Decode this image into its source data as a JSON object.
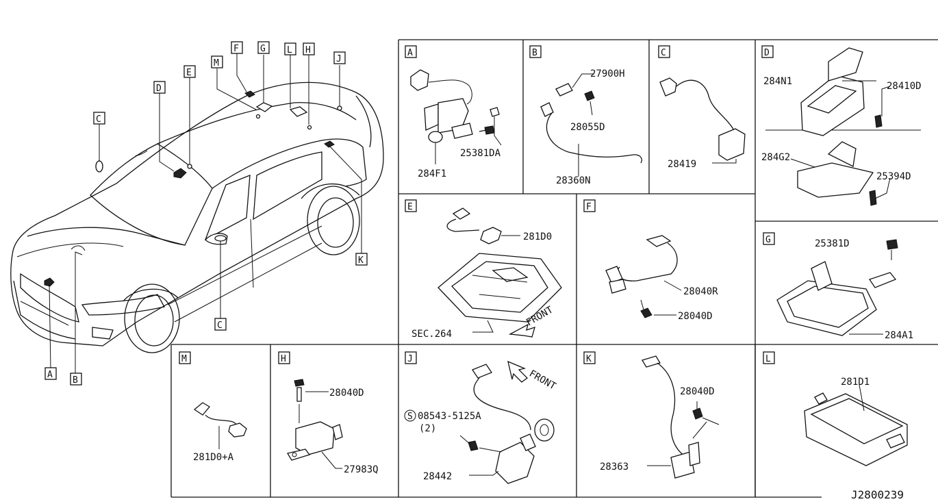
{
  "diagram_id": "J2800239",
  "car_callouts": [
    "A",
    "B",
    "C",
    "C",
    "D",
    "E",
    "F",
    "G",
    "H",
    "J",
    "K",
    "L",
    "M"
  ],
  "panels": {
    "A": {
      "letter": "A",
      "parts": [
        "25381DA",
        "284F1"
      ]
    },
    "B": {
      "letter": "B",
      "parts": [
        "27900H",
        "28055D",
        "28360N"
      ]
    },
    "C": {
      "letter": "C",
      "parts": [
        "28419"
      ]
    },
    "D": {
      "letter": "D",
      "parts": [
        "284N1",
        "28410D",
        "284G2",
        "25394D"
      ]
    },
    "E": {
      "letter": "E",
      "parts": [
        "281D0",
        "SEC.264"
      ],
      "front": "FRONT"
    },
    "F": {
      "letter": "F",
      "parts": [
        "28040R",
        "28040D"
      ]
    },
    "G": {
      "letter": "G",
      "parts": [
        "25381D",
        "284A1"
      ]
    },
    "M": {
      "letter": "M",
      "parts": [
        "281D0+A"
      ]
    },
    "H": {
      "letter": "H",
      "parts": [
        "28040D",
        "27983Q"
      ]
    },
    "J": {
      "letter": "J",
      "parts": [
        "08543-5125A",
        "(2)",
        "28442"
      ],
      "front": "FRONT",
      "s_mark": "S"
    },
    "K": {
      "letter": "K",
      "parts": [
        "28040D",
        "28363"
      ]
    },
    "L": {
      "letter": "L",
      "parts": [
        "281D1"
      ]
    }
  }
}
